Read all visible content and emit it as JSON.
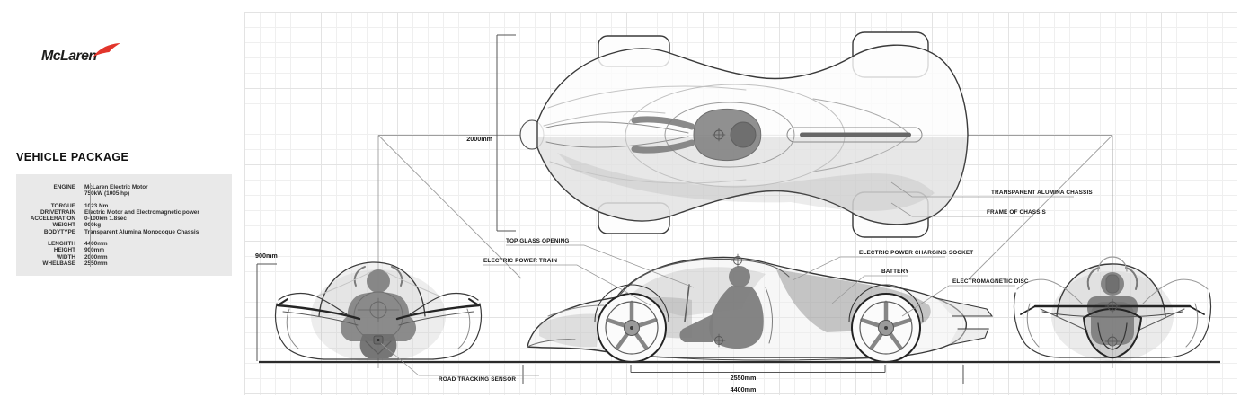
{
  "brand": {
    "name": "McLaren"
  },
  "colors": {
    "accent_red": "#e2352b",
    "panel_bg": "#e9e9e9",
    "line_dark": "#2b2b2b",
    "grid_line": "#efefef"
  },
  "spec_panel": {
    "title": "VEHICLE PACKAGE",
    "groups": [
      {
        "rows": [
          {
            "label": "ENGINE",
            "value": "McLaren Electric Motor\n750kW (1005 hp)"
          }
        ]
      },
      {
        "rows": [
          {
            "label": "TORGUE",
            "value": "1023 Nm"
          },
          {
            "label": "DRIVETRAIN",
            "value": "Electric Motor and Electromagnetic power"
          },
          {
            "label": "ACCELERATION",
            "value": "0-100km 1.8sec"
          },
          {
            "label": "WEIGHT",
            "value": "900kg"
          },
          {
            "label": "BODYTYPE",
            "value": "Transparent Alumina Monocoque Chassis"
          }
        ]
      },
      {
        "rows": [
          {
            "label": "LENGHTH",
            "value": "4400mm"
          },
          {
            "label": "HEIGHT",
            "value": "900mm"
          },
          {
            "label": "WIDTH",
            "value": "2000mm"
          },
          {
            "label": "WHELBASE",
            "value": "2550mm"
          }
        ]
      }
    ]
  },
  "dimensions": {
    "top_view_width": "2000mm",
    "front_view_height": "900mm",
    "wheelbase": "2550mm",
    "overall_length": "4400mm"
  },
  "callouts": {
    "top_glass_opening": "TOP GLASS OPENING",
    "electric_power_train": "ELECTRIC POWER TRAIN",
    "electric_power_charging_socket": "ELECTRIC POWER CHARGING SOCKET",
    "battery": "BATTERY",
    "electromagnetic_disc": "ELECTROMAGNETIC DISC",
    "transparent_alumina_chassis": "TRANSPARENT ALUMINA CHASSIS",
    "frame_of_chassis": "FRAME OF CHASSIS",
    "road_tracking_sensor": "ROAD TRACKING SENSOR"
  }
}
